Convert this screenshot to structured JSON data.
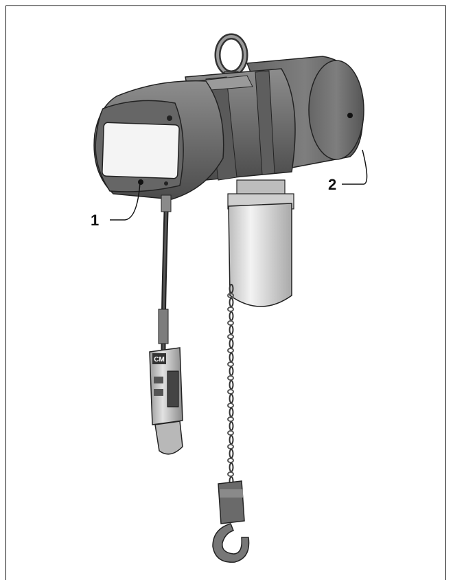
{
  "callouts": [
    {
      "id": "1",
      "label": "1"
    },
    {
      "id": "2",
      "label": "2"
    }
  ],
  "pendant": {
    "badge": "CM"
  },
  "colors": {
    "housing": "#6f6f6f",
    "housing_dark": "#4f4f4f",
    "housing_light": "#8c8c8c",
    "panel": "#f4f4f4",
    "canister": "#e7e7e7",
    "chain": "#7a7a7a",
    "outline": "#222222"
  }
}
